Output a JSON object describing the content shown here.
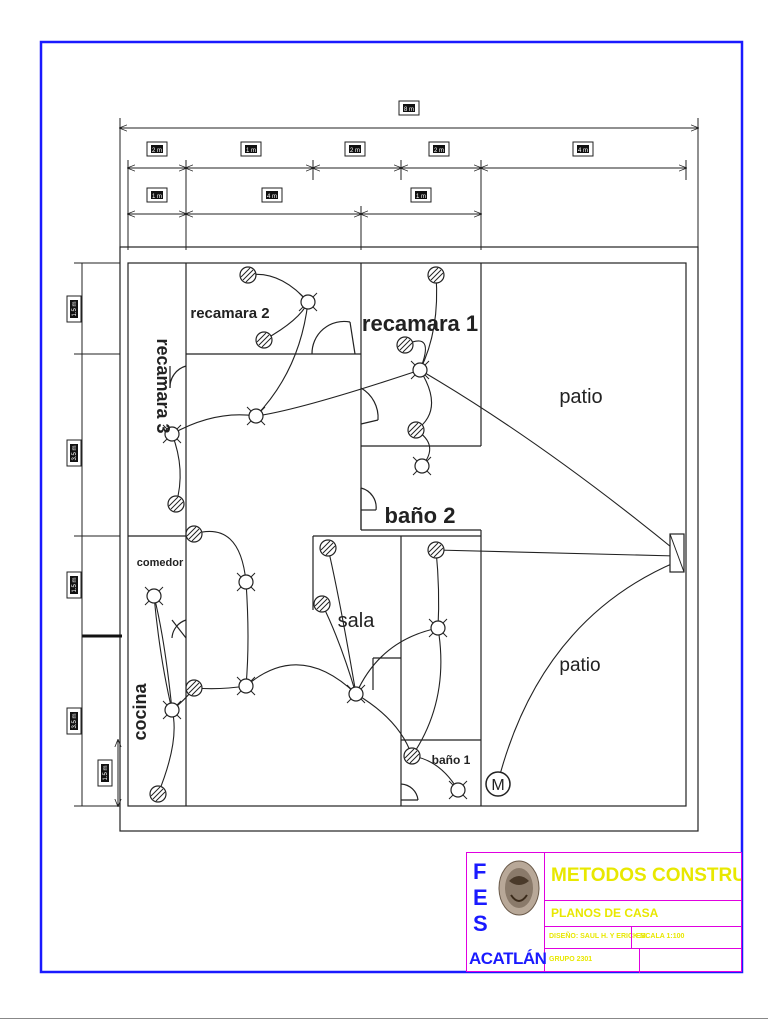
{
  "plan": {
    "rooms": {
      "recamara3": "recamara 3",
      "recamara2": "recamara 2",
      "recamara1": "recamara 1",
      "patio_top": "patio",
      "bano2": "baño 2",
      "comedor": "comedor",
      "sala": "sala",
      "patio_bottom": "patio",
      "cocina": "cocina",
      "bano1": "baño 1"
    },
    "dimensions": {
      "overall": "8 m",
      "row1": [
        "2 m",
        "1 m",
        "2 m",
        "2 m",
        "4 m"
      ],
      "row2": [
        "1 m",
        "4 m",
        "1 m"
      ],
      "left": [
        "1.5 m",
        "3.5 m",
        "1.5 m",
        "3.5 m",
        "1.5 m"
      ]
    },
    "meter_symbol": "M"
  },
  "title_block": {
    "school_letters": [
      "F",
      "E",
      "S"
    ],
    "campus": "ACATLÁN",
    "course": "METODOS CONSTRUC.",
    "sheet": "PLANOS DE CASA",
    "designer": "DISEÑO: SAUL H. Y ERICK M.",
    "scale": "ESCALA 1:100",
    "group": "GRUPO 2301"
  },
  "colors": {
    "frame": "#1a1aff",
    "title_border": "#e000e0",
    "title_text": "#e8e800",
    "lines": "#222222"
  }
}
